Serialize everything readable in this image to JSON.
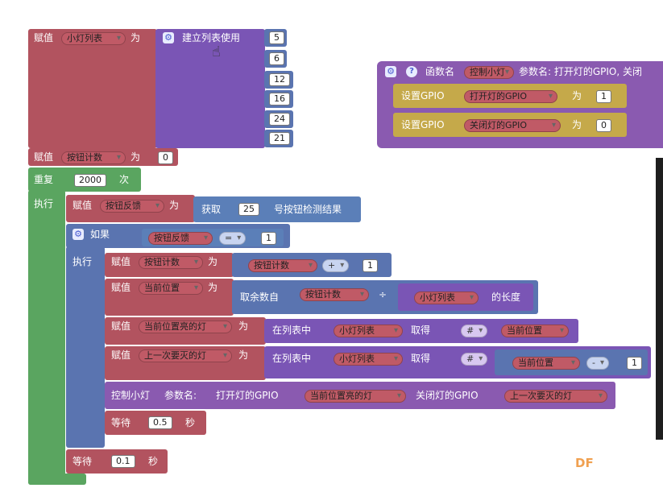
{
  "blocks": {
    "assign_label": "赋值",
    "as_label": "为",
    "repeat_label": "重复",
    "times_label": "次",
    "do_label": "执行",
    "if_label": "如果",
    "wait_label": "等待",
    "sec_label": "秒",
    "create_list": "建立列表使用",
    "get_label": "获取",
    "button_result": "号按钮检测结果",
    "mod_label": "取余数自",
    "length_of": "的长度",
    "in_list": "在列表中",
    "take_label": "取得",
    "call_func": "控制小灯",
    "params_label": "参数名:",
    "param_on": "打开灯的GPIO",
    "param_off": "关闭灯的GPIO",
    "func_header_name": "函数名",
    "func_header_params": "参数名:  打开灯的GPIO, 关闭",
    "set_gpio": "设置GPIO"
  },
  "vars": {
    "light_list": "小灯列表",
    "btn_count": "按钮计数",
    "btn_feedback": "按钮反馈",
    "cur_pos": "当前位置",
    "cur_light": "当前位置亮的灯",
    "last_off": "上一次要灭的灯",
    "on_gpio": "打开灯的GPIO",
    "off_gpio": "关闭灯的GPIO",
    "func_name": "控制小灯"
  },
  "values": {
    "list": [
      "5",
      "6",
      "12",
      "16",
      "24",
      "21"
    ],
    "zero": "0",
    "repeat": "2000",
    "button_pin": "25",
    "one": "1",
    "wait1": "0.5",
    "wait2": "0.1",
    "gpio_on": "1",
    "gpio_off": "0"
  },
  "ops": {
    "eq": "=",
    "plus": "+",
    "div": "÷",
    "hash": "#",
    "minus": "-"
  },
  "watermark": "DF"
}
